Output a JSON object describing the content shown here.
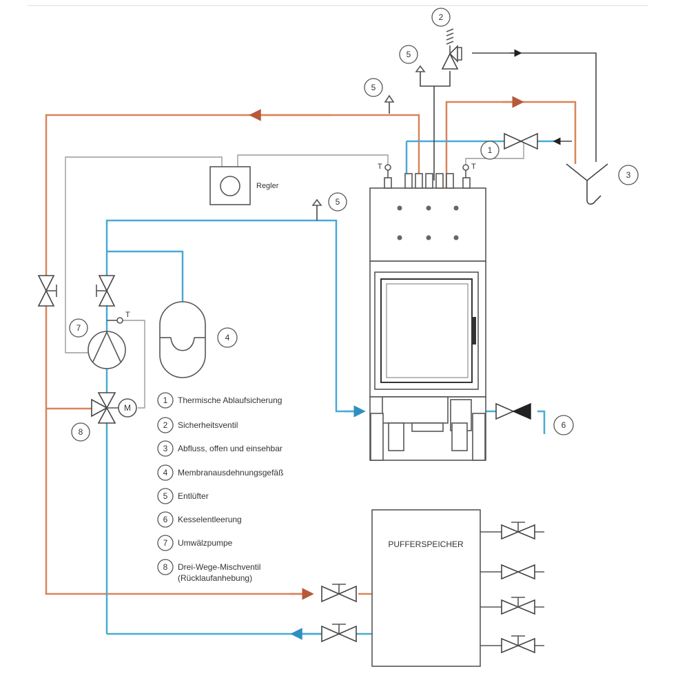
{
  "labels": {
    "controller": "Regler",
    "buffer_tank": "PUFFERSPEICHER",
    "temp_symbol": "T",
    "motor_symbol": "M"
  },
  "legend": [
    {
      "num": "1",
      "text": "Thermische Ablaufsicherung"
    },
    {
      "num": "2",
      "text": "Sicherheitsventil"
    },
    {
      "num": "3",
      "text": "Abfluss, offen und einsehbar"
    },
    {
      "num": "4",
      "text": "Membranausdehnungsgefäß"
    },
    {
      "num": "5",
      "text": "Entlüfter"
    },
    {
      "num": "6",
      "text": "Kesselentleerung"
    },
    {
      "num": "7",
      "text": "Umwälzpumpe"
    },
    {
      "num": "8",
      "text": "Drei-Wege-Mischventil",
      "text2": "(Rücklaufanhebung)"
    }
  ],
  "callouts": {
    "c1": "1",
    "c2": "2",
    "c3": "3",
    "c4": "4",
    "c5a": "5",
    "c5b": "5",
    "c5c": "5",
    "c6": "6",
    "c7": "7",
    "c8": "8"
  },
  "colors": {
    "flow_pipe": "#d9835a",
    "return_pipe": "#49a9d6",
    "signal_line": "#9a9a9a"
  }
}
